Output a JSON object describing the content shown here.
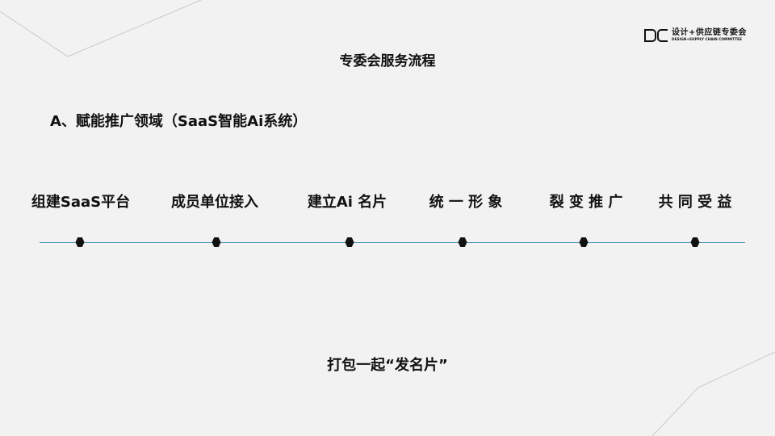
{
  "logo": {
    "name": "设计+供应链专委会",
    "english": "DESIGN+SUPPLY CHAIN COMMITTEE"
  },
  "slide": {
    "title": "专委会服务流程",
    "subtitle": "A、赋能推广领域（SaaS智能Ai系统）",
    "steps": [
      "组建SaaS平台",
      "成员单位接入",
      "建立Ai 名片",
      "统 一 形 象",
      "裂 变 推 广",
      "共 同 受 益"
    ],
    "footer": "打包一起“发名片”"
  },
  "colors": {
    "background": "#f2f2f2",
    "timeline": "#3f8fb0",
    "text": "#111111"
  }
}
